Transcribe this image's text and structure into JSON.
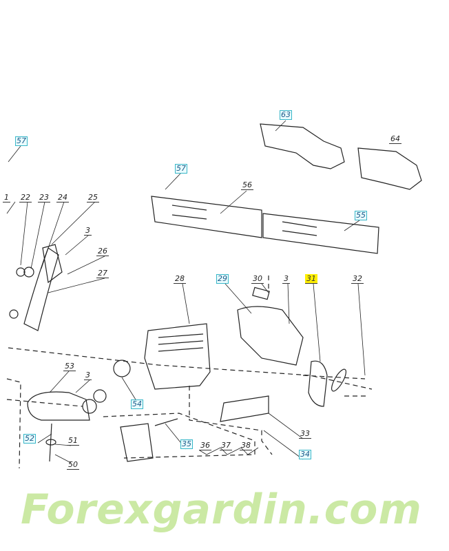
{
  "diagram": {
    "watermark": "Forexgardin.com",
    "callouts": [
      {
        "number": "57",
        "style": "boxed"
      },
      {
        "number": "57",
        "style": "boxed"
      },
      {
        "number": "63",
        "style": "boxed"
      },
      {
        "number": "64",
        "style": "plain"
      },
      {
        "number": "56",
        "style": "plain"
      },
      {
        "number": "55",
        "style": "boxed"
      },
      {
        "number": "1",
        "style": "plain"
      },
      {
        "number": "22",
        "style": "plain"
      },
      {
        "number": "23",
        "style": "plain"
      },
      {
        "number": "24",
        "style": "plain"
      },
      {
        "number": "25",
        "style": "plain"
      },
      {
        "number": "3",
        "style": "plain"
      },
      {
        "number": "26",
        "style": "plain"
      },
      {
        "number": "27",
        "style": "plain"
      },
      {
        "number": "28",
        "style": "plain"
      },
      {
        "number": "29",
        "style": "boxed"
      },
      {
        "number": "30",
        "style": "plain"
      },
      {
        "number": "3",
        "style": "plain"
      },
      {
        "number": "31",
        "style": "highlighted"
      },
      {
        "number": "32",
        "style": "plain"
      },
      {
        "number": "53",
        "style": "plain"
      },
      {
        "number": "3",
        "style": "plain"
      },
      {
        "number": "54",
        "style": "boxed"
      },
      {
        "number": "52",
        "style": "boxed"
      },
      {
        "number": "51",
        "style": "plain"
      },
      {
        "number": "50",
        "style": "plain"
      },
      {
        "number": "35",
        "style": "boxed"
      },
      {
        "number": "36",
        "style": "plain"
      },
      {
        "number": "37",
        "style": "plain"
      },
      {
        "number": "38",
        "style": "plain"
      },
      {
        "number": "33",
        "style": "plain"
      },
      {
        "number": "34",
        "style": "boxed"
      }
    ]
  }
}
